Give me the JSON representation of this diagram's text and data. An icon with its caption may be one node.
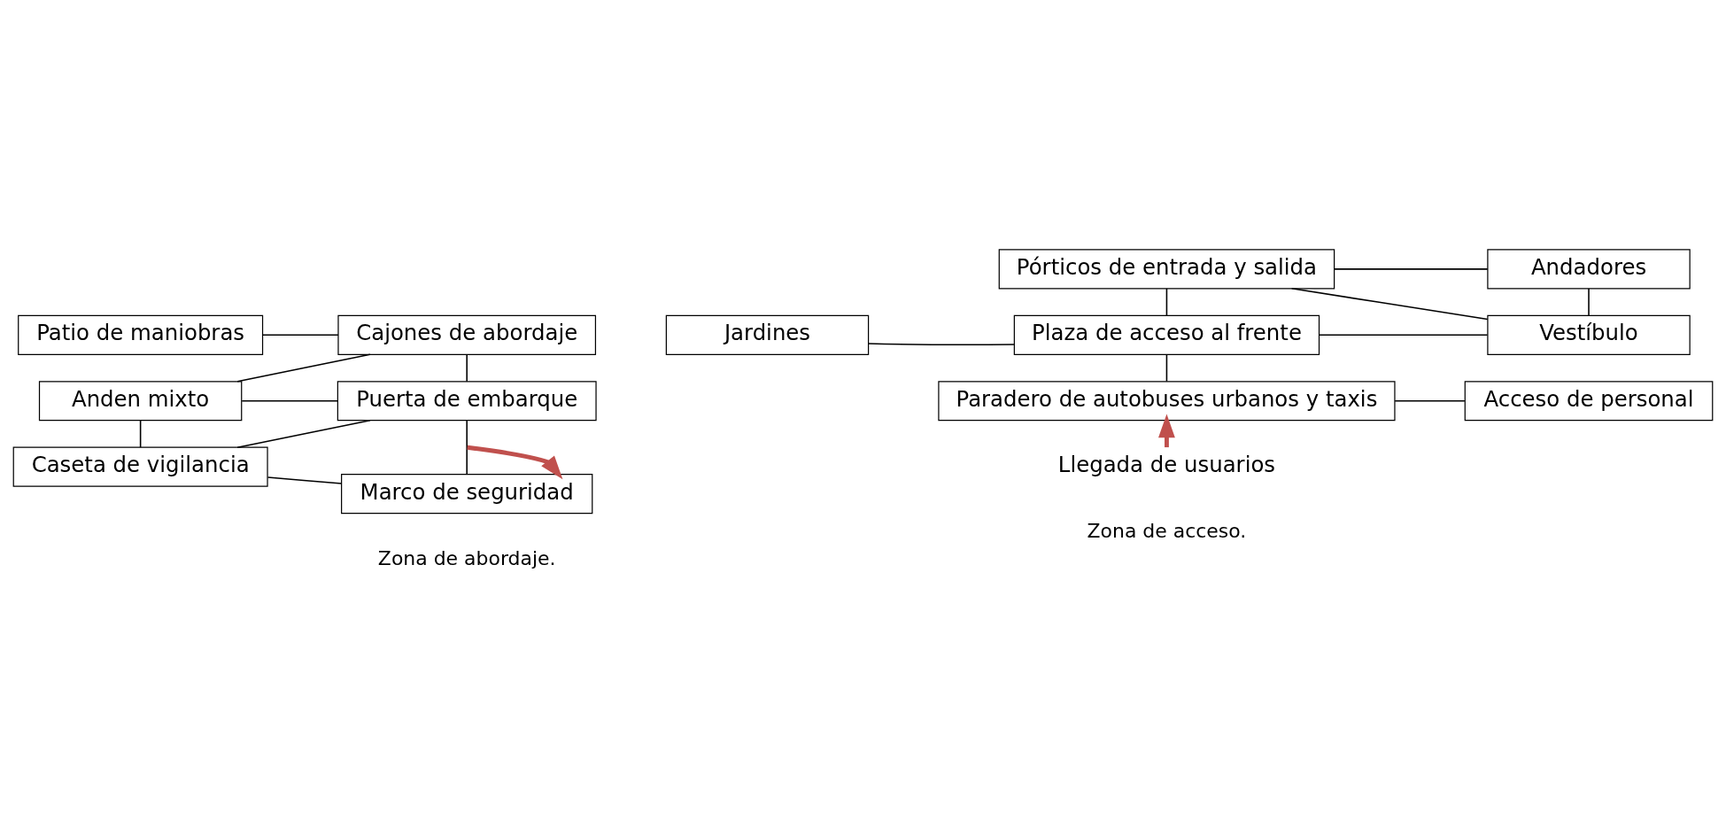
{
  "diagram": {
    "nodes": [
      {
        "text": [
          "Patio de maniobras"
        ]
      },
      {
        "text": [
          "Cajones de abordaje"
        ]
      },
      {
        "text": [
          "Anden mixto"
        ]
      },
      {
        "text": [
          "Puerta de embarque"
        ]
      },
      {
        "text": [
          "Caseta de vigilancia"
        ]
      },
      {
        "text": [
          "Marco de seguridad"
        ]
      },
      {
        "text": [
          "Pórticos de entrada y salida"
        ]
      },
      {
        "text": [
          "Andadores"
        ]
      },
      {
        "text": [
          "Jardines"
        ]
      },
      {
        "text": [
          "Plaza de acceso al frente"
        ]
      },
      {
        "text": [
          "Vestíbulo"
        ]
      },
      {
        "text": [
          "Paradero de autobuses urbanos y taxis"
        ]
      },
      {
        "text": [
          "Acceso de personal"
        ]
      },
      {
        "text": [
          "Llegada de usuarios"
        ]
      }
    ],
    "edges": [
      {
        "from": 0,
        "to": 1,
        "arrow": "none"
      },
      {
        "from": 2,
        "to": 1,
        "arrow": "none"
      },
      {
        "from": 1,
        "to": 3,
        "arrow": "none"
      },
      {
        "from": 2,
        "to": 3,
        "arrow": "none"
      },
      {
        "from": 4,
        "to": 3,
        "arrow": "none"
      },
      {
        "from": 2,
        "to": 4,
        "arrow": "none"
      },
      {
        "from": 3,
        "to": 5,
        "arrow": "none"
      },
      {
        "from": 4,
        "to": 5,
        "arrow": "none"
      },
      {
        "from": null,
        "to": 5,
        "arrow": "to",
        "style": "thick",
        "color": "#c0504d"
      },
      {
        "from": 6,
        "to": 7,
        "arrow": "none"
      },
      {
        "from": 6,
        "to": 10,
        "arrow": "none"
      },
      {
        "from": 7,
        "to": 10,
        "arrow": "none"
      },
      {
        "from": 6,
        "to": 9,
        "arrow": "none"
      },
      {
        "from": 8,
        "to": 9,
        "arrow": "none"
      },
      {
        "from": 9,
        "to": 10,
        "arrow": "none"
      },
      {
        "from": 9,
        "to": 11,
        "arrow": "none"
      },
      {
        "from": 11,
        "to": 12,
        "arrow": "none"
      },
      {
        "from": 13,
        "to": 11,
        "arrow": "to",
        "style": "thick",
        "color": "#c0504d"
      }
    ],
    "labels": [
      "Zona de abordaje.",
      "Zona de acceso."
    ]
  }
}
